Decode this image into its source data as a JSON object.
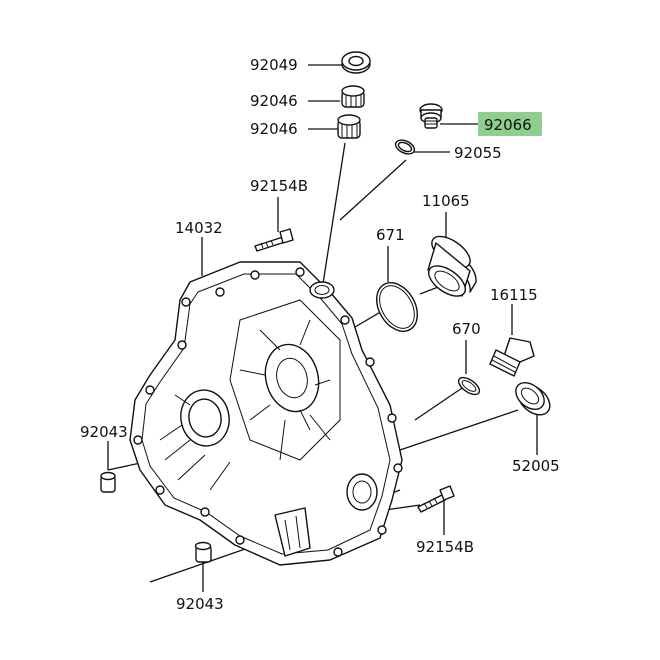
{
  "diagram": {
    "highlight_color": "#8fce8f",
    "line_color": "#111111",
    "parts": {
      "p92049": "92049",
      "p92046_a": "92046",
      "p92046_b": "92046",
      "p92066": "92066",
      "p92055": "92055",
      "p92154b_top": "92154B",
      "p14032": "14032",
      "p11065": "11065",
      "p671": "671",
      "p16115": "16115",
      "p670": "670",
      "p92043_left": "92043",
      "p52005": "52005",
      "p92154b_bottom": "92154B",
      "p92043_bottom": "92043"
    },
    "highlighted_part": "92066"
  }
}
